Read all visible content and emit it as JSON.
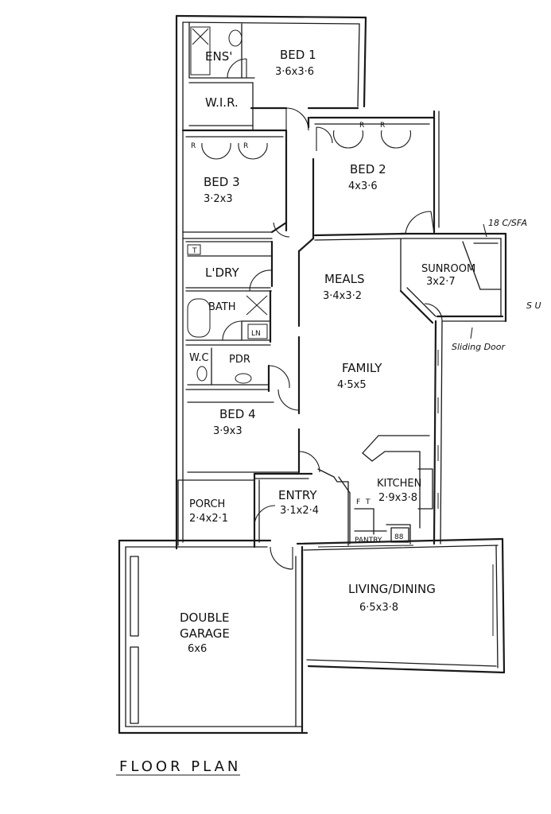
{
  "rooms": {
    "ens": "ENS'",
    "bed1": {
      "name": "BED 1",
      "size": "3·6x3·6"
    },
    "wir": "W.I.R.",
    "bed2": {
      "name": "BED 2",
      "size": "4x3·6"
    },
    "bed3": {
      "name": "BED 3",
      "size": "3·2x3"
    },
    "ldry": "L'DRY",
    "bath": "BATH",
    "ln": "LN",
    "wc": "W.C",
    "pdr": "PDR",
    "meals": {
      "name": "MEALS",
      "size": "3·4x3·2"
    },
    "sunroom": {
      "name": "SUNROOM",
      "size": "3x2·7"
    },
    "family": {
      "name": "FAMILY",
      "size": "4·5x5"
    },
    "bed4": {
      "name": "BED 4",
      "size": "3·9x3"
    },
    "porch": {
      "name": "PORCH",
      "size": "2·4x2·1"
    },
    "entry": {
      "name": "ENTRY",
      "size": "3·1x2·4"
    },
    "kitchen": {
      "name": "KITCHEN",
      "size": "2·9x3·8"
    },
    "pantry": "PANTRY",
    "living": {
      "name": "LIVING/DINING",
      "size": "6·5x3·8"
    },
    "garage": {
      "name_line1": "DOUBLE",
      "name_line2": "GARAGE",
      "size": "6x6"
    }
  },
  "marks": {
    "robe_r": "R",
    "fridge_f": "F",
    "trough_t": "T",
    "cooktop": "88"
  },
  "notes": {
    "pitch": "18 C/SFA",
    "sliding_door": "Sliding Door",
    "edge_partial": "S\nU"
  },
  "title": "FLOOR PLAN"
}
